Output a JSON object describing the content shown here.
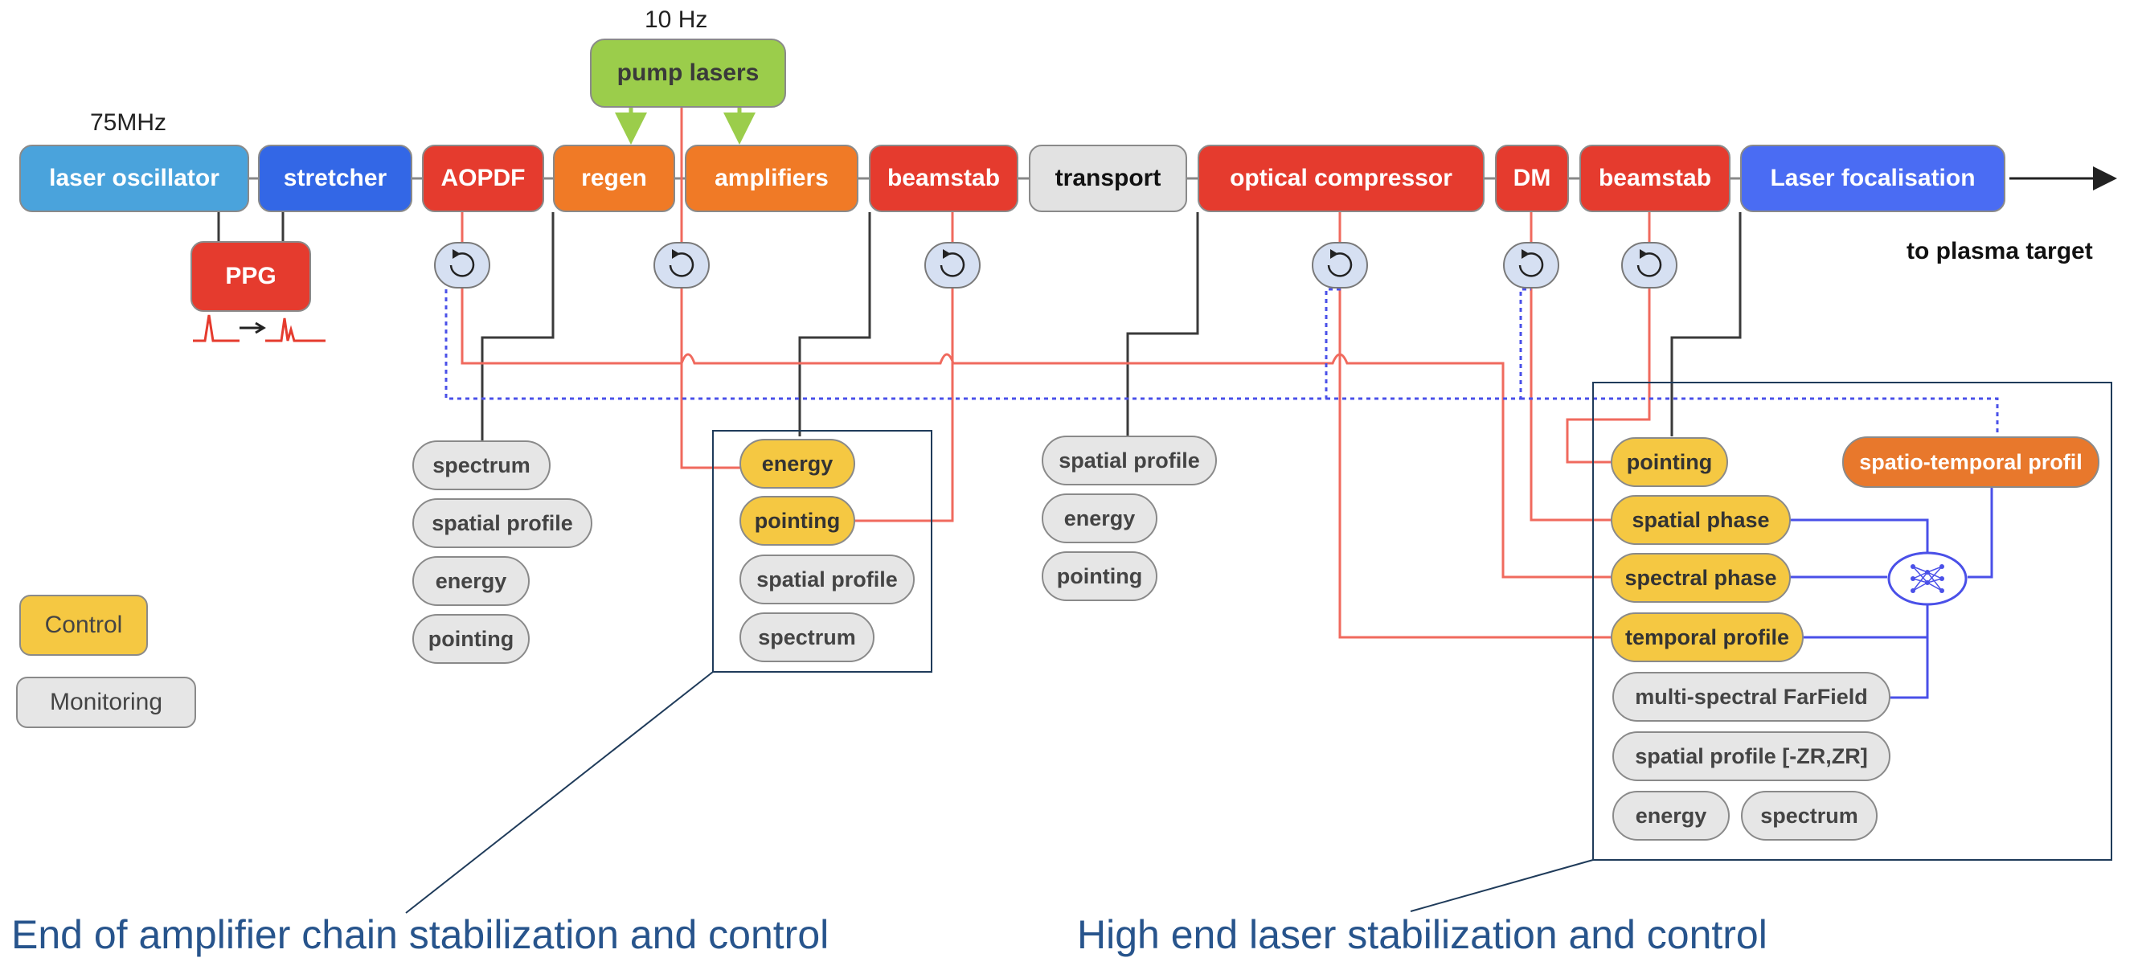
{
  "colors": {
    "laser_oscillator": "#4aa3dc",
    "stretcher": "#3367e6",
    "red_stage": "#e53b2e",
    "orange_stage": "#f07a26",
    "transport": "#e2e2e2",
    "laser_focalisation": "#4a6cf3",
    "pump": "#9bcd4b",
    "control": "#f5c842",
    "monitoring": "#e6e6e6",
    "control_line": "#f06a5e",
    "monitor_line": "#3a3a3a",
    "feedback_line": "#4a50e8",
    "dotted_line": "#4a50e8",
    "caption": "#27548c"
  },
  "labels": {
    "oscillator_freq": "75MHz",
    "pump_freq": "10 Hz",
    "to_target": "to plasma target"
  },
  "chain": {
    "laser_oscillator": "laser oscillator",
    "stretcher": "stretcher",
    "aopdf": "AOPDF",
    "regen": "regen",
    "amplifiers": "amplifiers",
    "beamstab1": "beamstab",
    "transport": "transport",
    "optical_compressor": "optical compressor",
    "dm": "DM",
    "beamstab2": "beamstab",
    "laser_focalisation": "Laser focalisation"
  },
  "pump": {
    "label": "pump lasers"
  },
  "ppg": {
    "label": "PPG"
  },
  "groups": {
    "regen_monitor": [
      "spectrum",
      "spatial profile",
      "energy",
      "pointing"
    ],
    "amp_end_control": [
      "energy",
      "pointing"
    ],
    "amp_end_monitor": [
      "spatial profile",
      "spectrum"
    ],
    "transport_monitor": [
      "spatial profile",
      "energy",
      "pointing"
    ],
    "high_end_control": [
      "pointing",
      "spatial phase",
      "spectral phase",
      "temporal profile"
    ],
    "high_end_monitor": [
      "multi-spectral FarField",
      "spatial profile [-ZR,ZR]",
      "energy",
      "spectrum"
    ],
    "spatio_temporal": "spatio-temporal profil"
  },
  "legend": {
    "control": "Control",
    "monitoring": "Monitoring"
  },
  "captions": {
    "left": "End of amplifier chain stabilization and control",
    "right": "High end laser stabilization and control"
  }
}
